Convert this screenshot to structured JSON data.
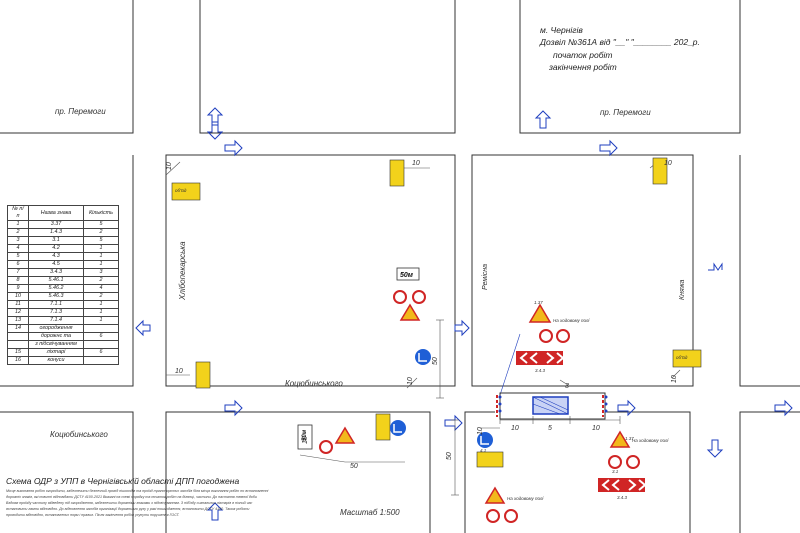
{
  "header": {
    "city": "м. Чернігів",
    "permit": "Дозвіл №361А від \"__\" \"________ 202_р.",
    "start": "початок робіт",
    "end": "закінчення робіт"
  },
  "streets": {
    "peremohy_left": "пр. Перемоги",
    "peremohy_right": "пр. Перемоги",
    "kotsiubynskoho_block": "Коцюбинського",
    "kotsiubynskoho_road": "Коцюбинського",
    "khliborobska": "Хлібопекарська",
    "remisna": "Ремісна",
    "kniazha": "Княжа"
  },
  "legend": {
    "headers": [
      "№ п/п",
      "Назва знака",
      "Кількість"
    ],
    "rows": [
      [
        "1",
        "3.37",
        "5"
      ],
      [
        "2",
        "1.4.3",
        "2"
      ],
      [
        "3",
        "3.1",
        "5"
      ],
      [
        "4",
        "4.2",
        "1"
      ],
      [
        "5",
        "4.3",
        "1"
      ],
      [
        "6",
        "4.5",
        "1"
      ],
      [
        "7",
        "3.4.3",
        "3"
      ],
      [
        "8",
        "5.46.1",
        "2"
      ],
      [
        "9",
        "5.46.2",
        "4"
      ],
      [
        "10",
        "5.46.3",
        "2"
      ],
      [
        "11",
        "7.1.1",
        "1"
      ],
      [
        "12",
        "7.1.3",
        "1"
      ],
      [
        "13",
        "7.1.4",
        "1"
      ],
      [
        "14",
        "огородження",
        ""
      ],
      [
        "",
        "дорожнє та",
        "6"
      ],
      [
        "",
        "з підсвічуванням",
        ""
      ],
      [
        "15",
        "ліхтарі",
        "6"
      ],
      [
        "16",
        "конуси",
        ""
      ]
    ]
  },
  "dimensions": {
    "d10a": "10",
    "d10b": "10",
    "d10c": "10",
    "d10d": "10",
    "d10e": "10",
    "d10f": "10",
    "d10g": "10",
    "d10h": "10",
    "d10i": "10",
    "d10j": "10",
    "d50a": "50",
    "d50b": "50",
    "d50c": "50",
    "d5": "5",
    "d3": "3"
  },
  "sign_labels": {
    "detour": "об'їзд",
    "on_repair": "На ходовому полі",
    "s5m": "50м",
    "s30m": "50м",
    "s137": "1.37",
    "s343": "3.4.3",
    "s31": "3.1",
    "s41": "4.1",
    "s716": "7.1.6"
  },
  "footer": {
    "title": "Схема ОДР з УПП в Чернігівській області ДПП погоджена",
    "scale": "Масштаб 1:500",
    "note_lines": [
      "Місце виконання робіт огородити, забезпечити безпечний прохід пішоходів та проїзд транспортних засобів біля місця виконання робіт по встановленні",
      "дорожніх знаків, які повинні відповідати ДСТУ 4100-2021 Вказані на схемі порядку та початок робіт на ділянці, частини. До настання темної доби",
      "Вздовж проїзду частину відведену під огородження, забезпечити дорожніми знаками з підсвічуванням. З під'їзду сигнальних ліхтарів в нічний час",
      "встановити лампи відповідно. До відновлення засобів організації дорожнього руху у разі пошкодження, встановити ДСТУ 4100. Також роботи",
      "проводити відповідно, встановлених норм і правил. Після закінчення робіт усунути порушення ГОСТ."
    ]
  }
}
